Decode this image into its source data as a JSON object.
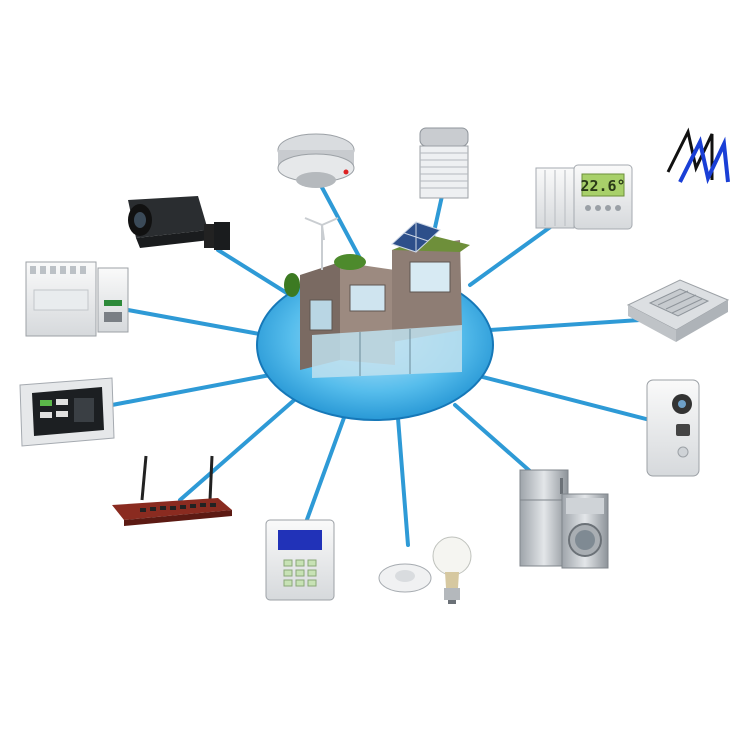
{
  "diagram": {
    "hub": "smart-home-house",
    "devices": [
      {
        "id": "smoke-detector",
        "icon": "smoke-detector-icon"
      },
      {
        "id": "roller-shutter",
        "icon": "roller-shutter-icon"
      },
      {
        "id": "thermostat",
        "icon": "thermostat-icon",
        "display": "22.6°"
      },
      {
        "id": "air-conditioner",
        "icon": "ceiling-ac-icon"
      },
      {
        "id": "door-intercom",
        "icon": "intercom-icon"
      },
      {
        "id": "appliances",
        "icon": "fridge-washer-icon"
      },
      {
        "id": "lighting",
        "icon": "light-bulb-icon"
      },
      {
        "id": "alarm-panel",
        "icon": "alarm-keypad-icon"
      },
      {
        "id": "router",
        "icon": "wifi-router-icon"
      },
      {
        "id": "touch-panel",
        "icon": "touch-panel-icon"
      },
      {
        "id": "din-modules",
        "icon": "din-rail-module-icon"
      },
      {
        "id": "security-camera",
        "icon": "cctv-camera-icon"
      }
    ],
    "logo": "mm-logo-icon",
    "colors": {
      "link": "#2e9ad6",
      "pool": "#3fb0e6",
      "logo": "#1a3fd6"
    }
  }
}
